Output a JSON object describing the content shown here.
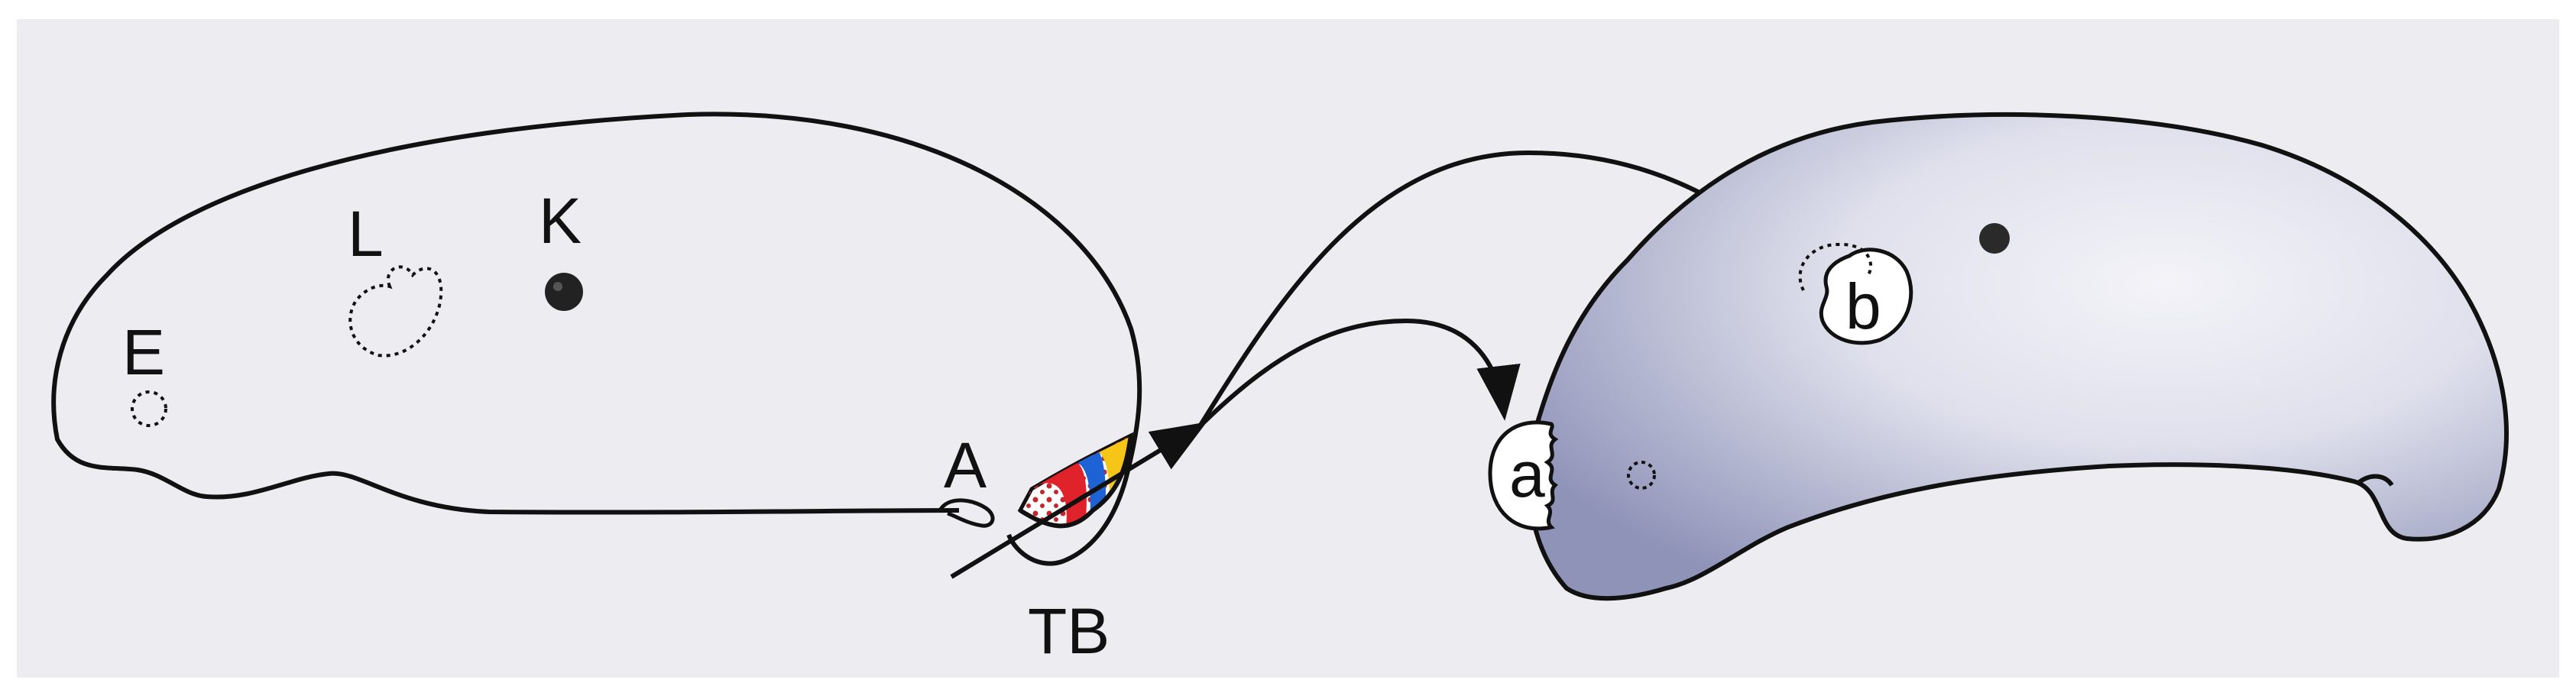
{
  "colors": {
    "panel": "#ececf1",
    "outline": "#111111",
    "blastema_shade": "#9a9dbf",
    "tissue_red": "#e0222a",
    "tissue_blue": "#1e63d6",
    "tissue_yellow": "#f5c518"
  },
  "left_specimen": {
    "labels": {
      "eye": "E",
      "L": "L",
      "K": "K",
      "A": "A",
      "TB": "TB"
    }
  },
  "right_specimen": {
    "labels": {
      "a": "a",
      "b": "b"
    }
  }
}
